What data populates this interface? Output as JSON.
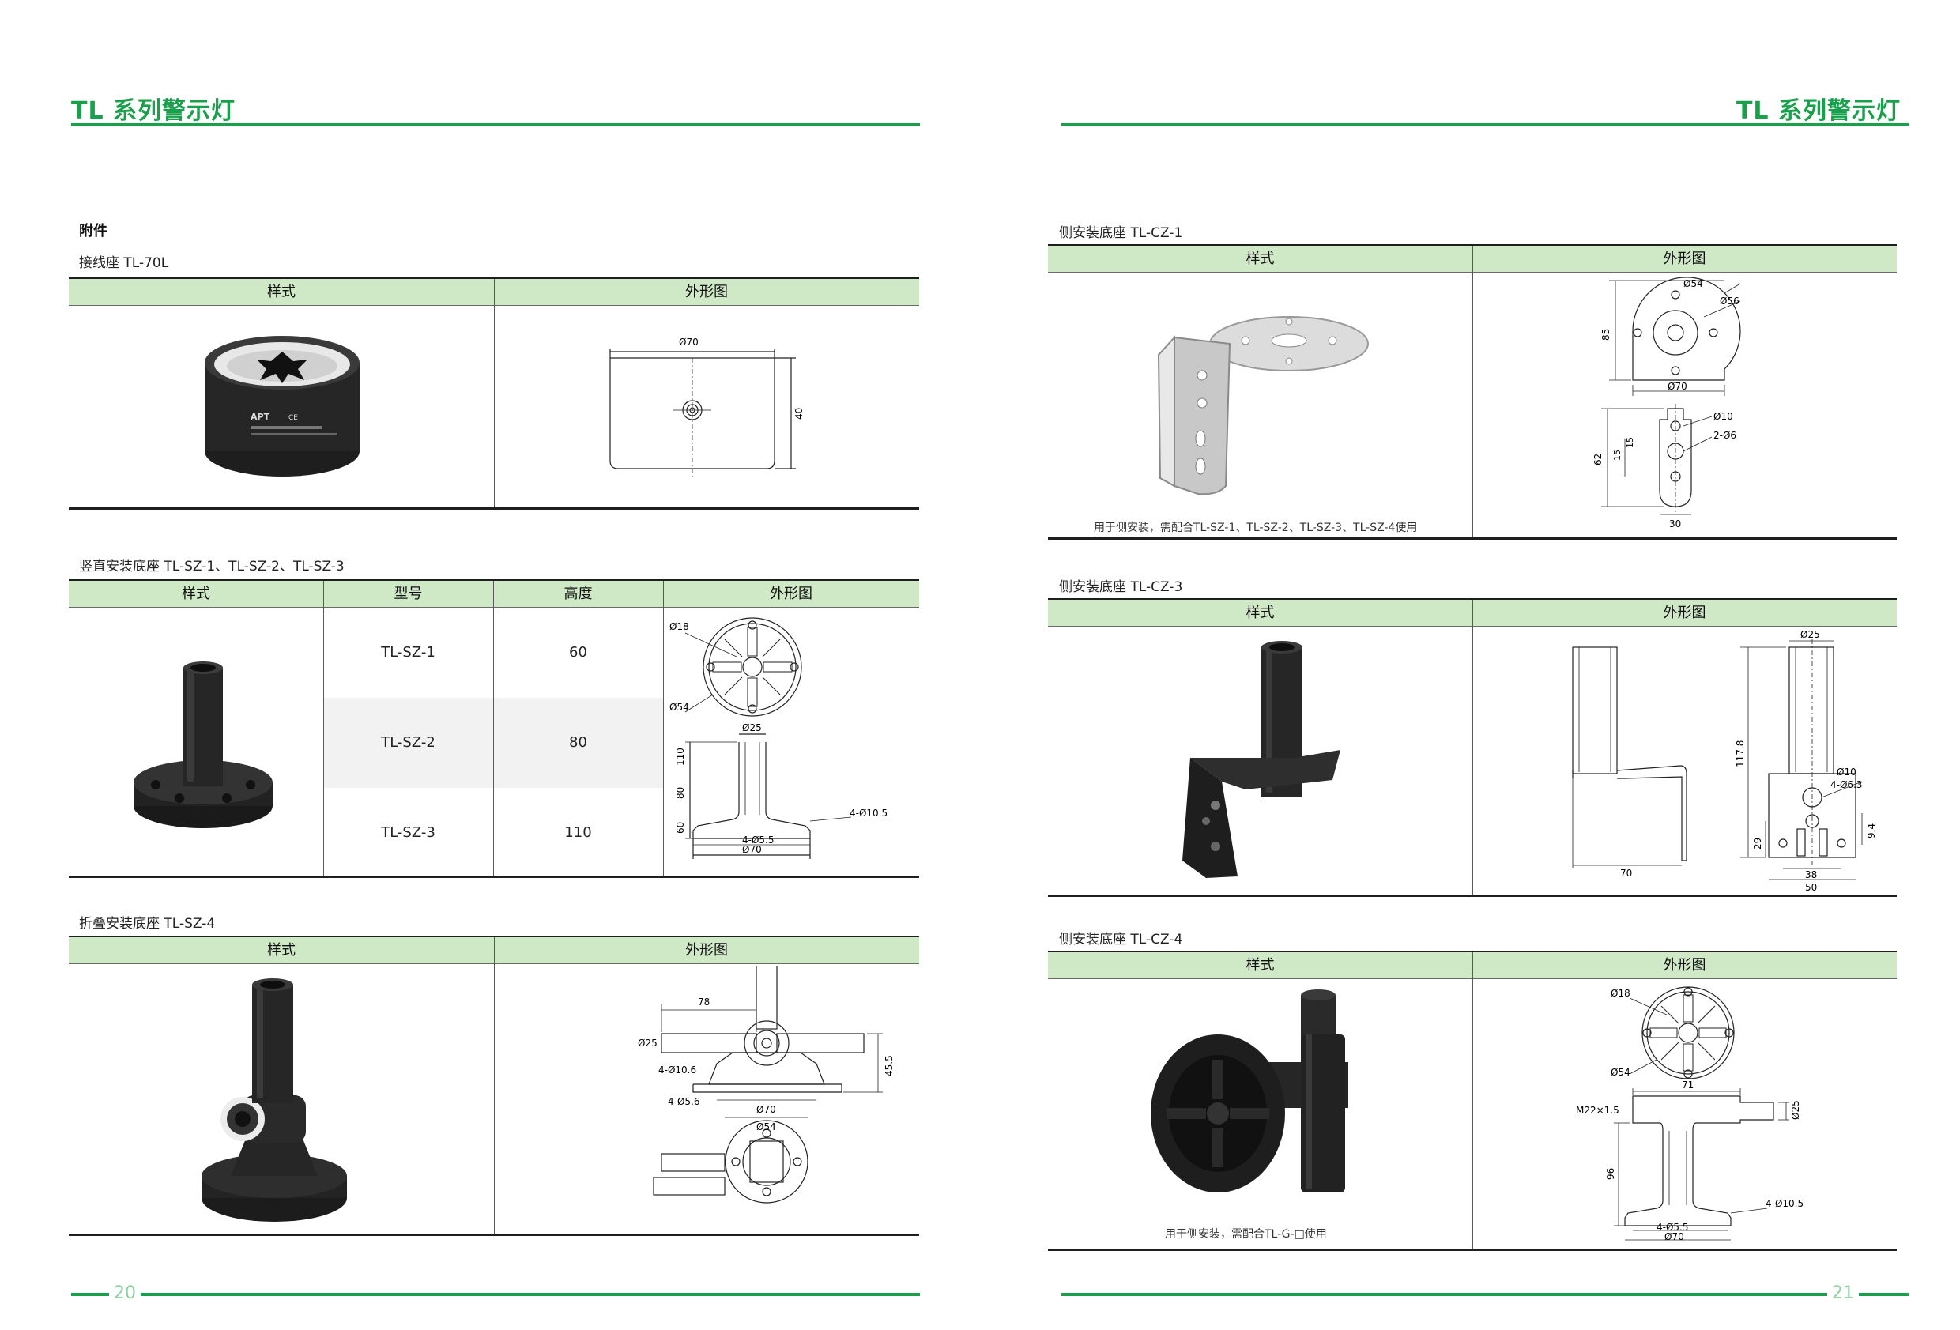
{
  "brand": "TL 系列警示灯",
  "left_page": {
    "page_number": "20",
    "section_title": "附件",
    "t1": {
      "caption": "接线座  TL-70L",
      "col_style": "样式",
      "col_drawing": "外形图",
      "product_marks": {
        "logo": "APT",
        "mark": "CE"
      },
      "dims": {
        "d70": "Ø70",
        "h40": "40"
      }
    },
    "t2": {
      "caption": "竖直安装底座  TL-SZ-1、TL-SZ-2、TL-SZ-3",
      "col_style": "样式",
      "col_model": "型号",
      "col_height": "高度",
      "col_drawing": "外形图",
      "rows": [
        {
          "model": "TL-SZ-1",
          "height": "60"
        },
        {
          "model": "TL-SZ-2",
          "height": "80"
        },
        {
          "model": "TL-SZ-3",
          "height": "110"
        }
      ],
      "dims": {
        "d18": "Ø18",
        "d54": "Ø54",
        "d25": "Ø25",
        "h110": "110",
        "h80": "80",
        "h60": "60",
        "holes1": "4-Ø10.5",
        "holes2": "4-Ø5.5",
        "d70": "Ø70"
      }
    },
    "t3": {
      "caption": "折叠安装底座  TL-SZ-4",
      "col_style": "样式",
      "col_drawing": "外形图",
      "dims": {
        "w78": "78",
        "d25": "Ø25",
        "holes1": "4-Ø10.6",
        "holes2": "4-Ø5.6",
        "d70": "Ø70",
        "h45": "45.5",
        "d54": "Ø54"
      }
    }
  },
  "right_page": {
    "page_number": "21",
    "t4": {
      "caption": "侧安装底座  TL-CZ-1",
      "col_style": "样式",
      "col_drawing": "外形图",
      "note": "用于侧安装，需配合TL-SZ-1、TL-SZ-2、TL-SZ-3、TL-SZ-4使用",
      "dims": {
        "d54": "Ø54",
        "d56": "Ø56",
        "h85": "85",
        "d70": "Ø70",
        "d10": "Ø10",
        "holes": "2-Ø6",
        "h62": "62",
        "h15a": "15",
        "h15b": "15",
        "w30": "30"
      }
    },
    "t5": {
      "caption": "侧安装底座  TL-CZ-3",
      "col_style": "样式",
      "col_drawing": "外形图",
      "dims": {
        "d25": "Ø25",
        "d10": "Ø10",
        "holes": "4-Ø6.3",
        "h117": "117.8",
        "h94": "9.4",
        "h29": "29",
        "w70": "70",
        "w38": "38",
        "w50": "50"
      }
    },
    "t6": {
      "caption": "侧安装底座  TL-CZ-4",
      "col_style": "样式",
      "col_drawing": "外形图",
      "note": "用于侧安装，需配合TL-G-□使用",
      "dims": {
        "d18": "Ø18",
        "d54": "Ø54",
        "w71": "71",
        "m22": "M22×1.5",
        "d25": "Ø25",
        "h96": "96",
        "holes1": "4-Ø10.5",
        "holes2": "4-Ø5.5",
        "d70": "Ø70"
      }
    }
  },
  "colors": {
    "brand_green": "#18a04a",
    "header_fill": "#cfe8c6"
  }
}
